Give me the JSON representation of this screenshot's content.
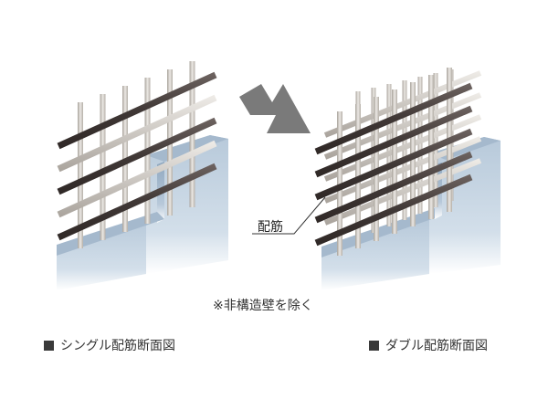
{
  "note": "※非構造壁を除く",
  "callout_label": "配筋",
  "captions": {
    "single": "シングル配筋断面図",
    "double": "ダブル配筋断面図"
  },
  "colors": {
    "bar_front": "#4a4240",
    "bar_back": "#bdb8b2",
    "wall_face": "#c4d3e1",
    "wall_side": "#9eb4c9",
    "wall_top": "#a9bccf",
    "arrow": "#7a7a7a",
    "marker": "#3a3a3a"
  },
  "icons": [
    "arrow-icon",
    "square-marker-icon"
  ]
}
